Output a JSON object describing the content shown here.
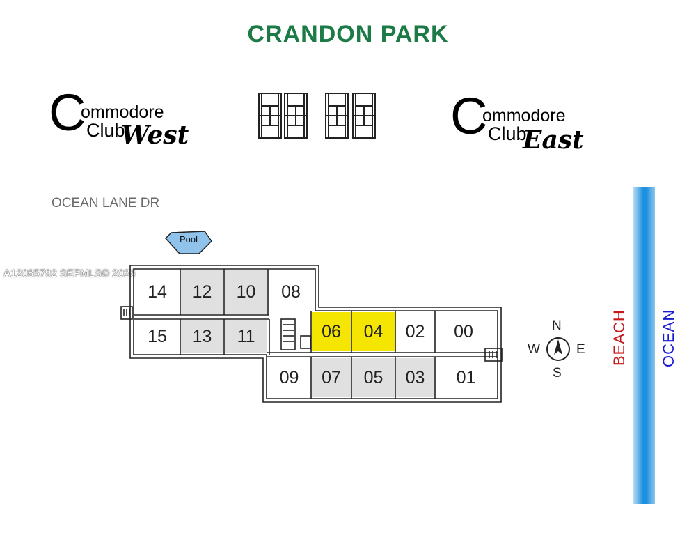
{
  "title": "CRANDON PARK",
  "street_label": "OCEAN LANE DR",
  "watermark": "A12085792  SEFMLS© 2026",
  "pool_label": "Pool",
  "west_logo": {
    "line1": "ommodore",
    "line2": "Club",
    "script": "West"
  },
  "east_logo": {
    "line1": "ommodore",
    "line2": "Club",
    "script": "East"
  },
  "units": {
    "u14": "14",
    "u12": "12",
    "u10": "10",
    "u08": "08",
    "u15": "15",
    "u13": "13",
    "u11": "11",
    "u06": "06",
    "u04": "04",
    "u02": "02",
    "u00": "00",
    "u09": "09",
    "u07": "07",
    "u05": "05",
    "u03": "03",
    "u01": "01"
  },
  "compass": {
    "n": "N",
    "s": "S",
    "e": "E",
    "w": "W"
  },
  "beach_label": "BEACH",
  "ocean_label": "OCEAN",
  "colors": {
    "title": "#1b7a45",
    "highlight": "#f4e600",
    "gray_unit": "#e0e0e0",
    "beach": "#c41a1a",
    "ocean": "#1a1ad1",
    "water": "#1e90e0"
  }
}
